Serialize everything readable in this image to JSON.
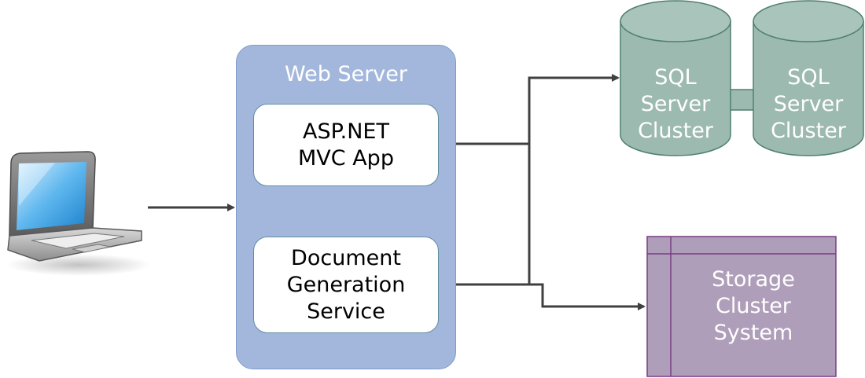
{
  "web_server": {
    "label": "Web Server"
  },
  "mvc_app": {
    "line1": "ASP.NET",
    "line2": "MVC App"
  },
  "doc_service": {
    "line1": "Document",
    "line2": "Generation",
    "line3": "Service"
  },
  "sql_cluster_left": {
    "line1": "SQL",
    "line2": "Server",
    "line3": "Cluster"
  },
  "sql_cluster_right": {
    "line1": "SQL",
    "line2": "Server",
    "line3": "Cluster"
  },
  "storage": {
    "line1": "Storage",
    "line2": "Cluster",
    "line3": "System"
  },
  "colors": {
    "web_server_fill": "#a3b7dc",
    "cylinder_fill": "#9dbab0",
    "storage_fill": "#af9eb9",
    "arrow": "#404040"
  },
  "icons": {
    "client": "laptop-icon"
  }
}
